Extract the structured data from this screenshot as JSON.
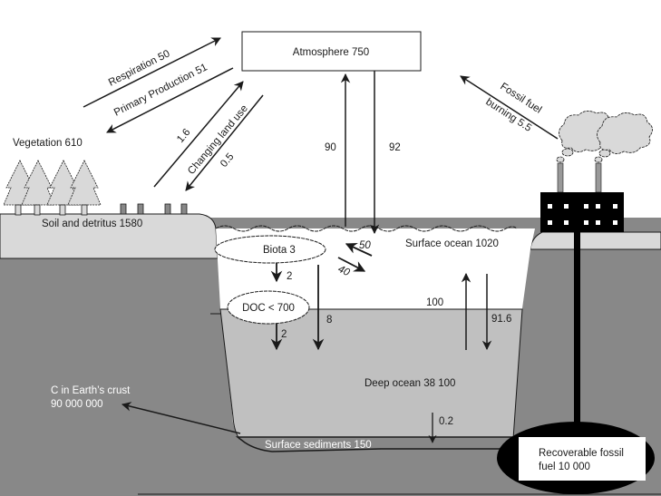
{
  "title": "Global carbon cycle",
  "colors": {
    "crust": "#888888",
    "soil": "#d9d9d9",
    "deep_ocean": "#c0c0c0",
    "surface_ocean": "#ffffff",
    "factory": "#000000",
    "smoke": "#d9d9d9",
    "line": "#1a1a1a"
  },
  "reservoirs": {
    "atmosphere": "Atmosphere 750",
    "vegetation": "Vegetation 610",
    "soil": "Soil and detritus 1580",
    "surface_ocean": "Surface ocean 1020",
    "biota": "Biota 3",
    "doc": "DOC < 700",
    "deep_ocean": "Deep ocean 38 100",
    "sediments": "Surface sediments 150",
    "crust_line1": "C in Earth’s crust",
    "crust_line2": "90 000 000",
    "fossil_line1": "Recoverable fossil",
    "fossil_line2": "fuel 10 000"
  },
  "fluxes": {
    "respiration": "Respiration 50",
    "primary_production": "Primary Production 51",
    "land_use_up": "1.6",
    "land_use_label": "Changing land use",
    "land_use_down": "0.5",
    "ocean_up": "90",
    "ocean_down": "92",
    "fossil_line1": "Fossil fuel",
    "fossil_line2": "burning 5.5",
    "biota_in": "50",
    "biota_out": "40",
    "biota_to_doc": "2",
    "doc_down": "2",
    "biota_deep": "8",
    "deep_up": "100",
    "deep_down": "91.6",
    "sediment": "0.2"
  }
}
